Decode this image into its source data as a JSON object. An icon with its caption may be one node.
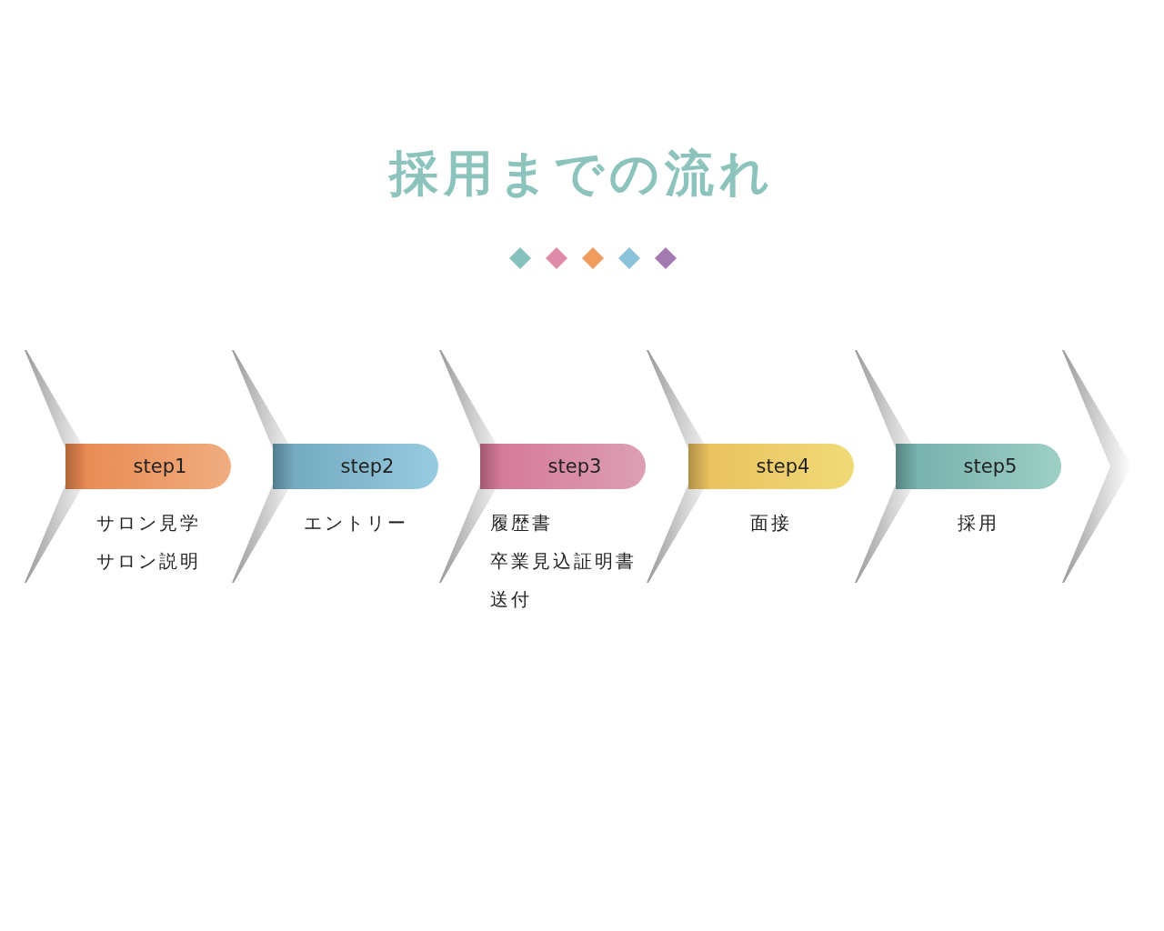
{
  "diagram": {
    "title": "採用までの流れ",
    "nodes": [
      {
        "text": [
          "step1",
          "サロン見学",
          "サロン説明"
        ]
      },
      {
        "text": [
          "step2",
          "エントリー"
        ]
      },
      {
        "text": [
          "step3",
          "履歴書",
          "卒業見込証明書",
          "送付"
        ]
      },
      {
        "text": [
          "step4",
          "面接"
        ]
      },
      {
        "text": [
          "step5",
          "採用"
        ]
      }
    ],
    "edges": [
      {
        "from": null,
        "to": 0,
        "arrow": "to"
      },
      {
        "from": 0,
        "to": 1,
        "arrow": "to"
      },
      {
        "from": 1,
        "to": 2,
        "arrow": "to"
      },
      {
        "from": 2,
        "to": 3,
        "arrow": "to"
      },
      {
        "from": 3,
        "to": 4,
        "arrow": "to"
      },
      {
        "from": 4,
        "to": null,
        "arrow": "to"
      }
    ]
  }
}
